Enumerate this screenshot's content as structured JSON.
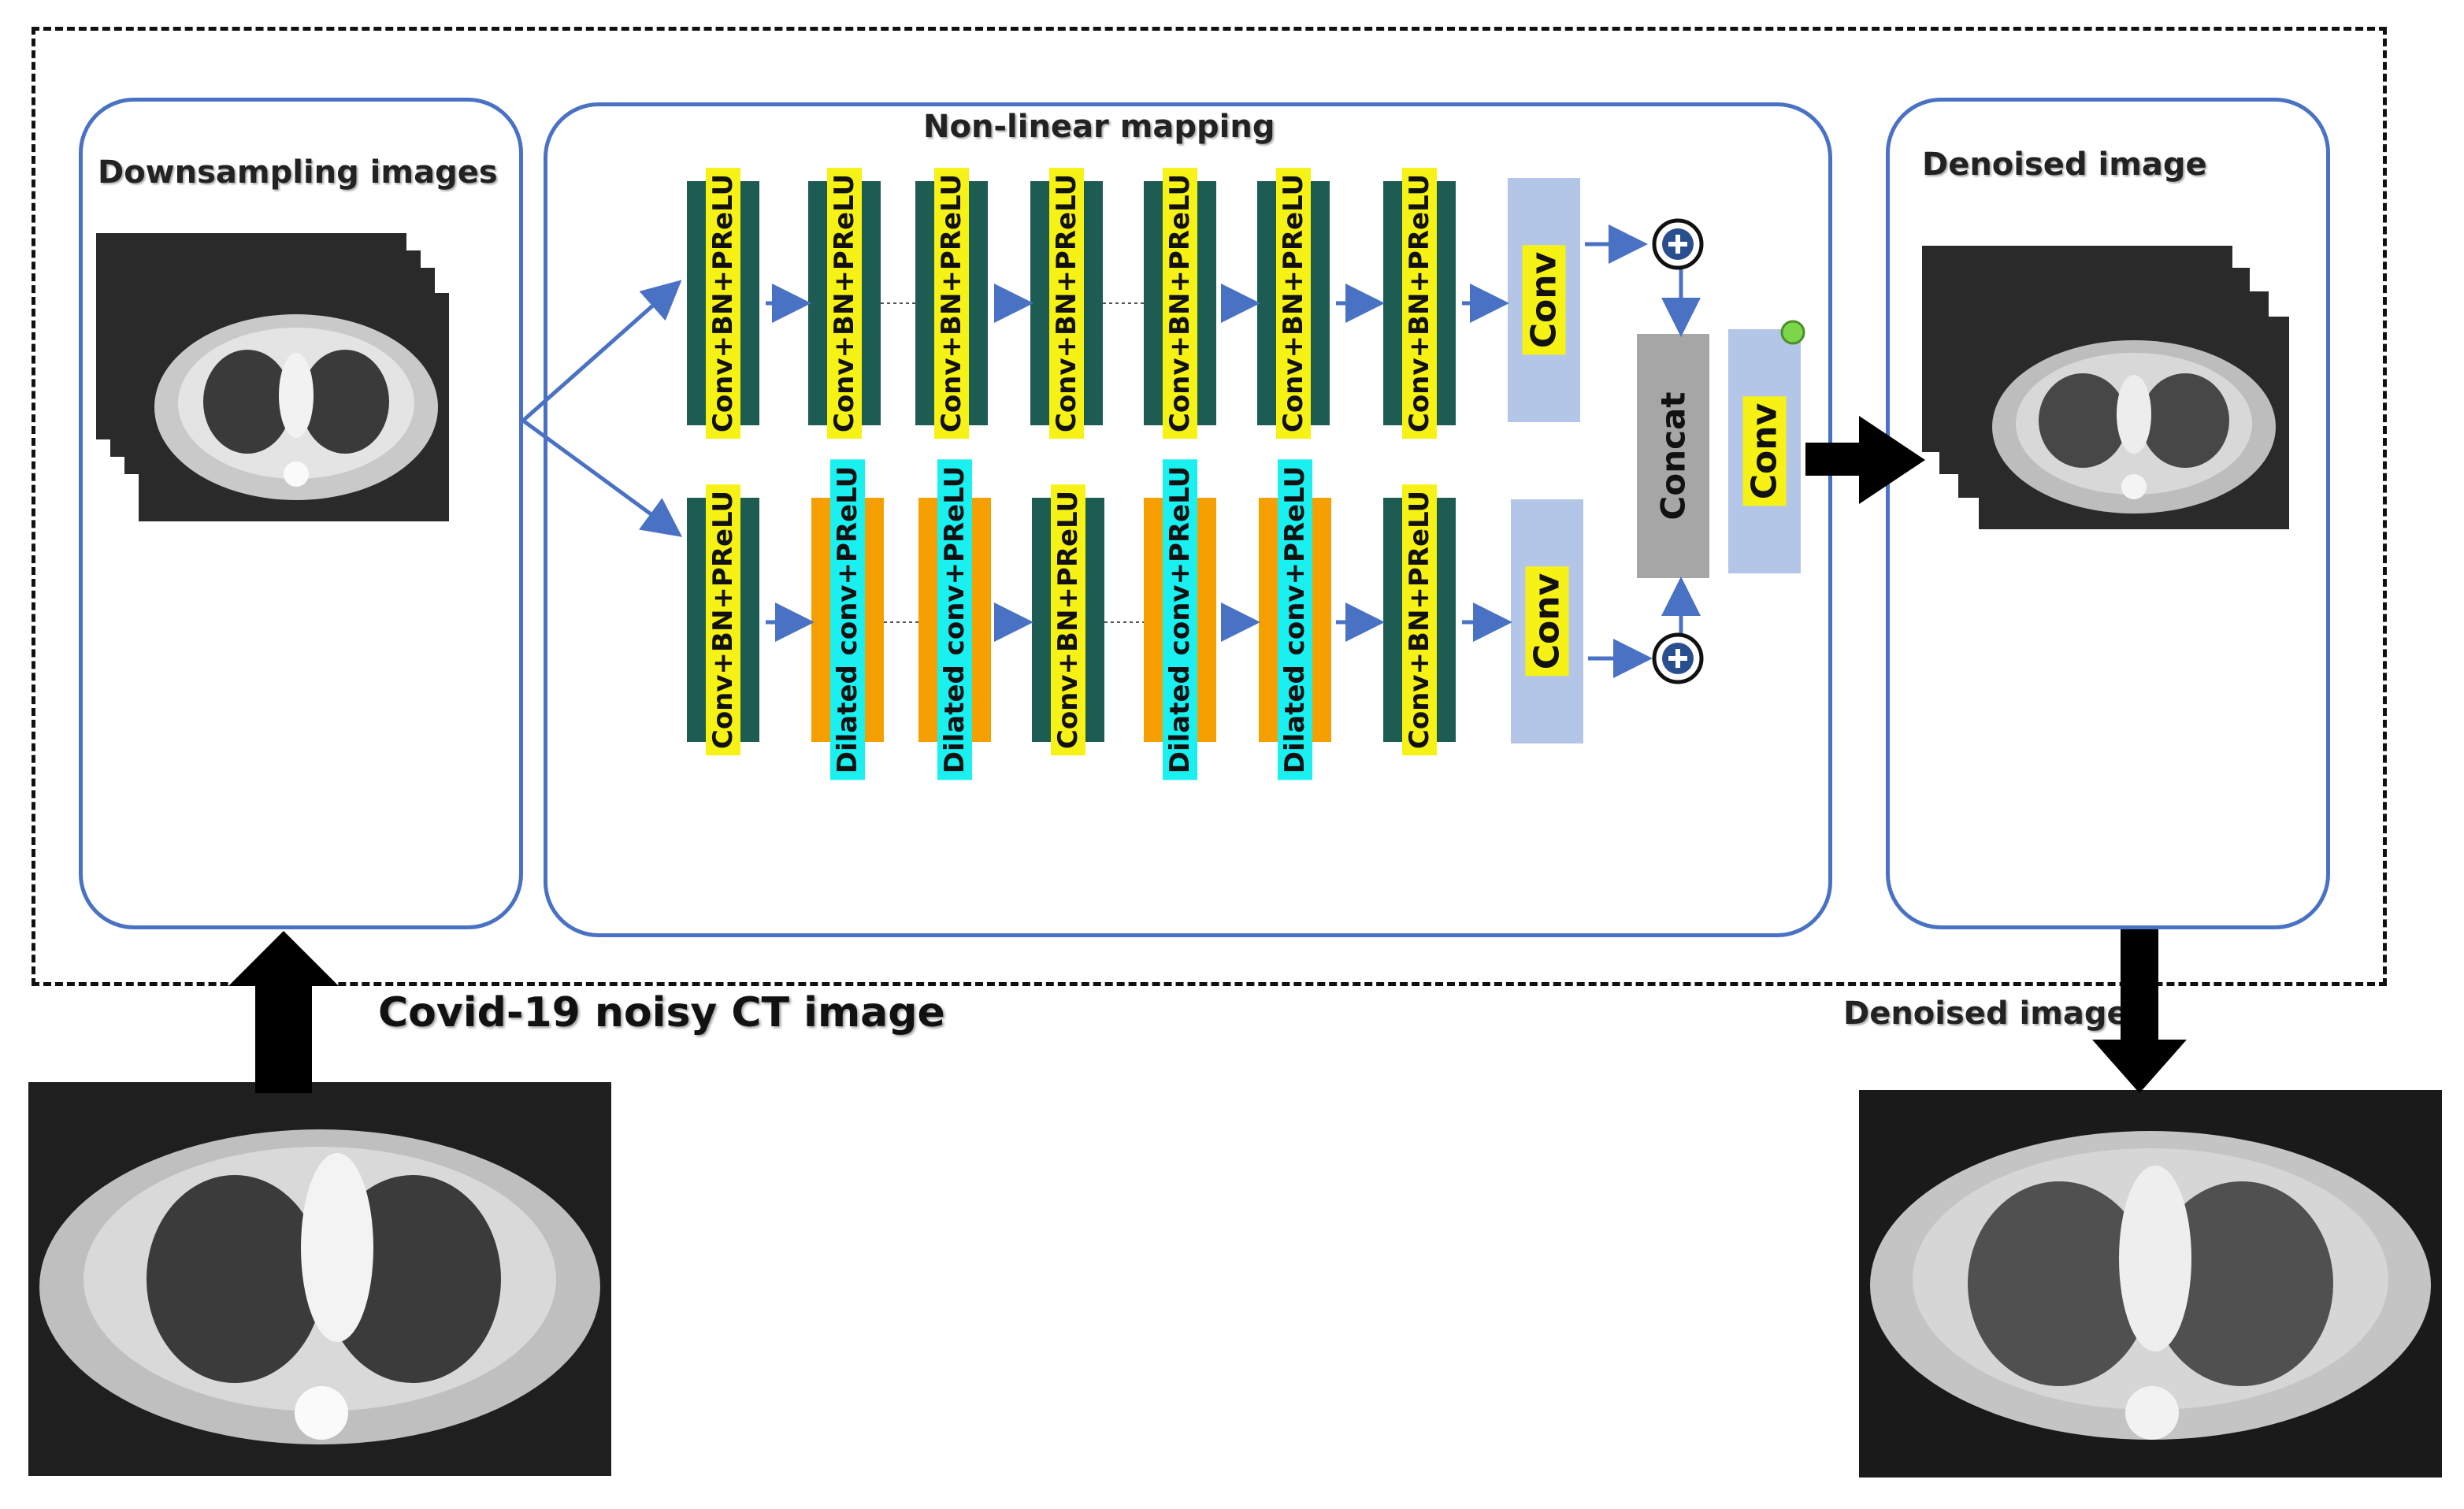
{
  "panels": {
    "left_title": "Downsampling images",
    "center_title": "Non-linear mapping",
    "right_title": "Denoised image"
  },
  "labels": {
    "input_caption": "Covid-19 noisy CT image",
    "output_caption": "Denoised image"
  },
  "network": {
    "top_row": [
      "Conv+BN+PReLU",
      "Conv+BN+PReLU",
      "Conv+BN+PReLU",
      "Conv+BN+PReLU",
      "Conv+BN+PReLU",
      "Conv+BN+PReLU",
      "Conv+BN+PReLU"
    ],
    "bottom_row": [
      "Conv+BN+PReLU",
      "Dilated conv+PReLU",
      "Dilated conv+PReLU",
      "Conv+BN+PReLU",
      "Dilated conv+PReLU",
      "Dilated conv+PReLU",
      "Conv+BN+PReLU"
    ],
    "conv_label": "Conv",
    "concat_label": "Concat",
    "final_conv_label": "Conv"
  },
  "colors": {
    "panel_border": "#4a72c4",
    "arrow_blue": "#4a72c4",
    "conv_block_fill": "#1d5c52",
    "dilated_block_fill": "#f5a000",
    "label_yellow": "#f7f215",
    "label_cyan": "#19f0ef",
    "conv_light": "#b3c6e7",
    "concat_gray": "#a6a6a6"
  }
}
